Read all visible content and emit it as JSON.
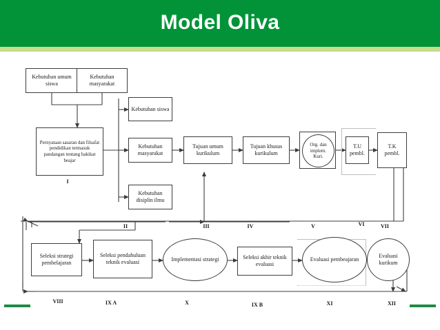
{
  "slide": {
    "title": "Model Oliva",
    "header_color": "#029338",
    "header_accent_color": "#c5df8e",
    "accent_dash_color": "#1f8a45",
    "background_color": "#ffffff",
    "line_color": "#3c3c3c"
  },
  "diagram": {
    "type": "flowchart",
    "name": "Oliva curriculum development model",
    "nodes": [
      {
        "id": "n1",
        "label": "Kebutuhan umum siswa",
        "shape": "rect"
      },
      {
        "id": "n2",
        "label": "Kebutuhan masyarakat",
        "shape": "rect"
      },
      {
        "id": "n3",
        "label": "Pernyataan sasaran dan filsafat pendidikan termasuk pandangan tentang hakikat beajar",
        "shape": "rect"
      },
      {
        "id": "n4",
        "label": "Kebutuhan siswa",
        "shape": "rect"
      },
      {
        "id": "n5",
        "label": "Kebutuhan masyarakat",
        "shape": "rect"
      },
      {
        "id": "n6",
        "label": "Kebutuhan disiplin ilmu",
        "shape": "rect"
      },
      {
        "id": "n7",
        "label": "Tujuan umum kurikulum",
        "shape": "rect"
      },
      {
        "id": "n8",
        "label": "Tujuan khusus kurikulum",
        "shape": "rect"
      },
      {
        "id": "n9",
        "label": "Org. dan implem. Kuri.",
        "shape": "circle-in-rect"
      },
      {
        "id": "n10",
        "label": "T.U pembl.",
        "shape": "rect"
      },
      {
        "id": "n11",
        "label": "T.K pembl.",
        "shape": "rect"
      },
      {
        "id": "n12",
        "label": "Seleksi strategi pembelajaran",
        "shape": "rect"
      },
      {
        "id": "n13",
        "label": "Seleksi pendahuluan teknik evaluasi",
        "shape": "rect"
      },
      {
        "id": "n14",
        "label": "Implementasi strategi",
        "shape": "ellipse"
      },
      {
        "id": "n15",
        "label": "Seleksi akhir teknik evaluasi",
        "shape": "rect"
      },
      {
        "id": "n16",
        "label": "Evaluasi pembeajaran",
        "shape": "ellipse"
      },
      {
        "id": "n17",
        "label": "Evaluasi kurikum",
        "shape": "ellipse"
      }
    ],
    "stage_labels_top": [
      {
        "id": "s1",
        "label": "I"
      },
      {
        "id": "s2",
        "label": "II"
      },
      {
        "id": "s3",
        "label": "III"
      },
      {
        "id": "s4",
        "label": "IV"
      },
      {
        "id": "s5",
        "label": "V"
      },
      {
        "id": "s6",
        "label": "VI"
      },
      {
        "id": "s7",
        "label": "VII"
      }
    ],
    "stage_labels_bottom": [
      {
        "id": "s8",
        "label": "VIII"
      },
      {
        "id": "s9",
        "label": "IX A"
      },
      {
        "id": "s10",
        "label": "X"
      },
      {
        "id": "s11",
        "label": "IX  B"
      },
      {
        "id": "s12",
        "label": "XI"
      },
      {
        "id": "s13",
        "label": "XII"
      }
    ]
  }
}
